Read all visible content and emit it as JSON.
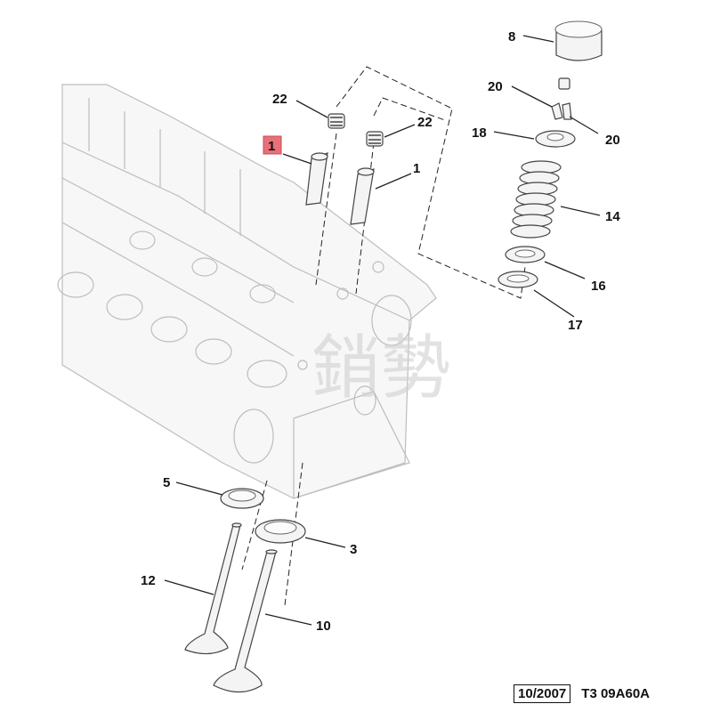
{
  "callouts": {
    "c1_highlight": "1",
    "c1": "1",
    "c3": "3",
    "c5": "5",
    "c8": "8",
    "c10": "10",
    "c12": "12",
    "c14": "14",
    "c16": "16",
    "c17": "17",
    "c18": "18",
    "c20a": "20",
    "c20b": "20",
    "c22a": "22",
    "c22b": "22"
  },
  "highlight_color": "#e8707a",
  "watermark": "銷勢",
  "footer": {
    "date": "10/2007",
    "ref": "T3 09A60A"
  }
}
